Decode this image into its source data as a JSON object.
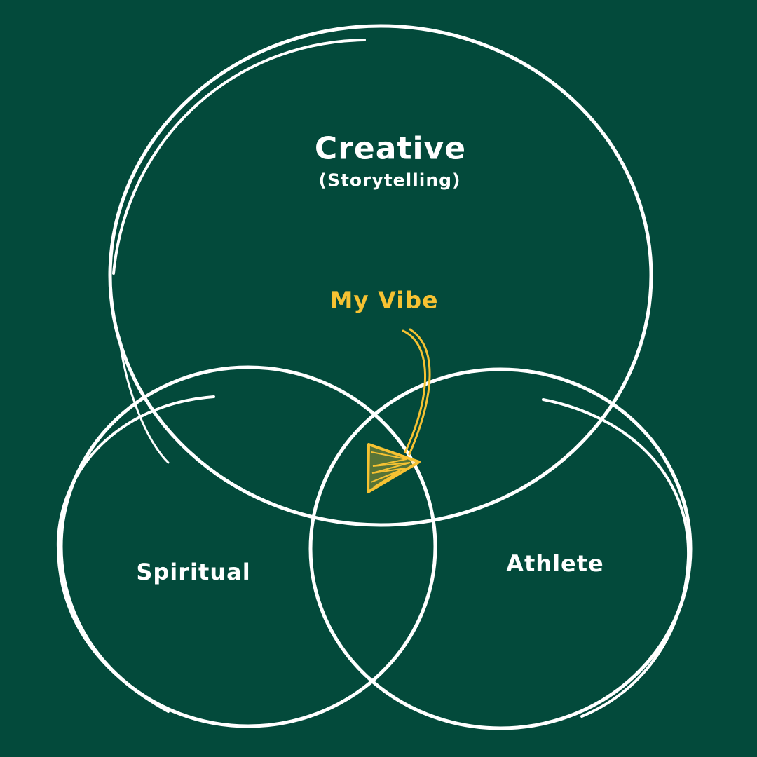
{
  "diagram": {
    "type": "venn",
    "colors": {
      "background": "#034a3b",
      "outline": "#ffffff",
      "accent": "#f6c232"
    },
    "sets": [
      {
        "label": "Creative",
        "sublabel": "(Storytelling)"
      },
      {
        "label": "Spiritual"
      },
      {
        "label": "Athlete"
      }
    ],
    "annotation": {
      "label": "My Vibe",
      "points_to": "center intersection",
      "icon": "hand-drawn-arrow-icon"
    }
  }
}
